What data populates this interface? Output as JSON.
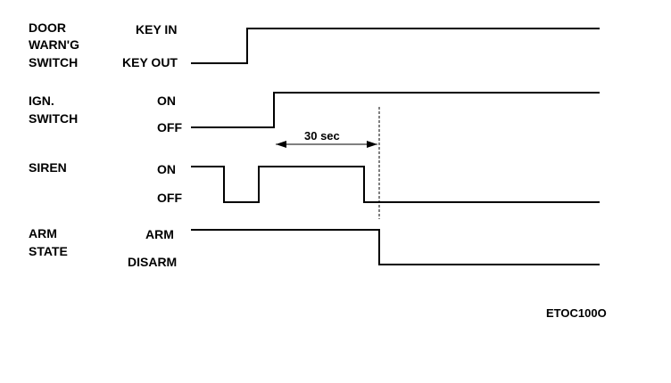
{
  "signals": {
    "door": {
      "name_line1": "DOOR",
      "name_line2": "WARN'G",
      "name_line3": "SWITCH",
      "state_high": "KEY IN",
      "state_low": "KEY OUT"
    },
    "ign": {
      "name_line1": "IGN.",
      "name_line2": "SWITCH",
      "state_high": "ON",
      "state_low": "OFF"
    },
    "siren": {
      "name_line1": "SIREN",
      "state_high": "ON",
      "state_low": "OFF"
    },
    "arm": {
      "name_line1": "ARM",
      "name_line2": "STATE",
      "state_high": "ARM",
      "state_low": "DISARM"
    }
  },
  "timing": {
    "delay_label": "30 sec"
  },
  "figure_code": "ETOC100O"
}
